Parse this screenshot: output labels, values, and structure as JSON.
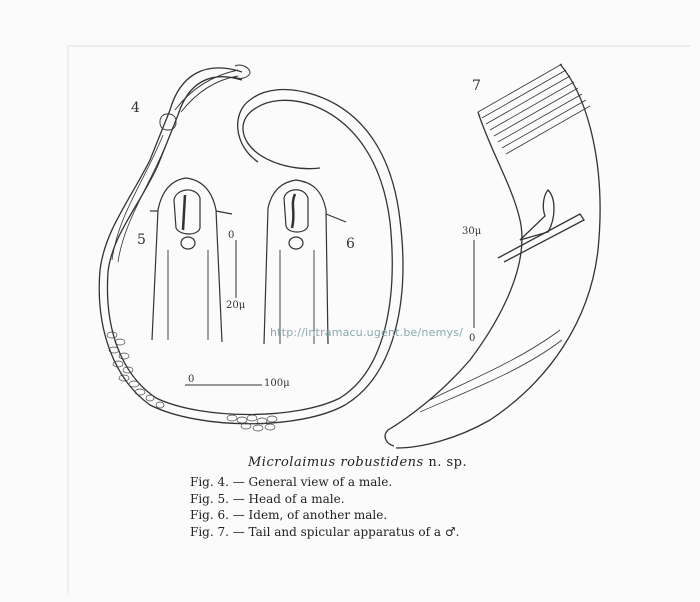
{
  "figure_numbers": {
    "fig4": "4",
    "fig5": "5",
    "fig6": "6",
    "fig7": "7"
  },
  "scales": {
    "heads_top": "0",
    "heads_bottom": "20μ",
    "body_left": "0",
    "body_right": "100μ",
    "tail_top": "30μ",
    "tail_bottom": "0"
  },
  "watermark": {
    "url": "http://intramacu.ugent.be/nemys/"
  },
  "caption": {
    "species": "Microlaimus robustidens",
    "suffix": " n. sp.",
    "lines": [
      "Fig. 4. — General view of a male.",
      "Fig. 5. — Head of a male.",
      "Fig. 6. — Idem, of another male.",
      "Fig. 7. — Tail and spicular apparatus of a ♂."
    ]
  }
}
